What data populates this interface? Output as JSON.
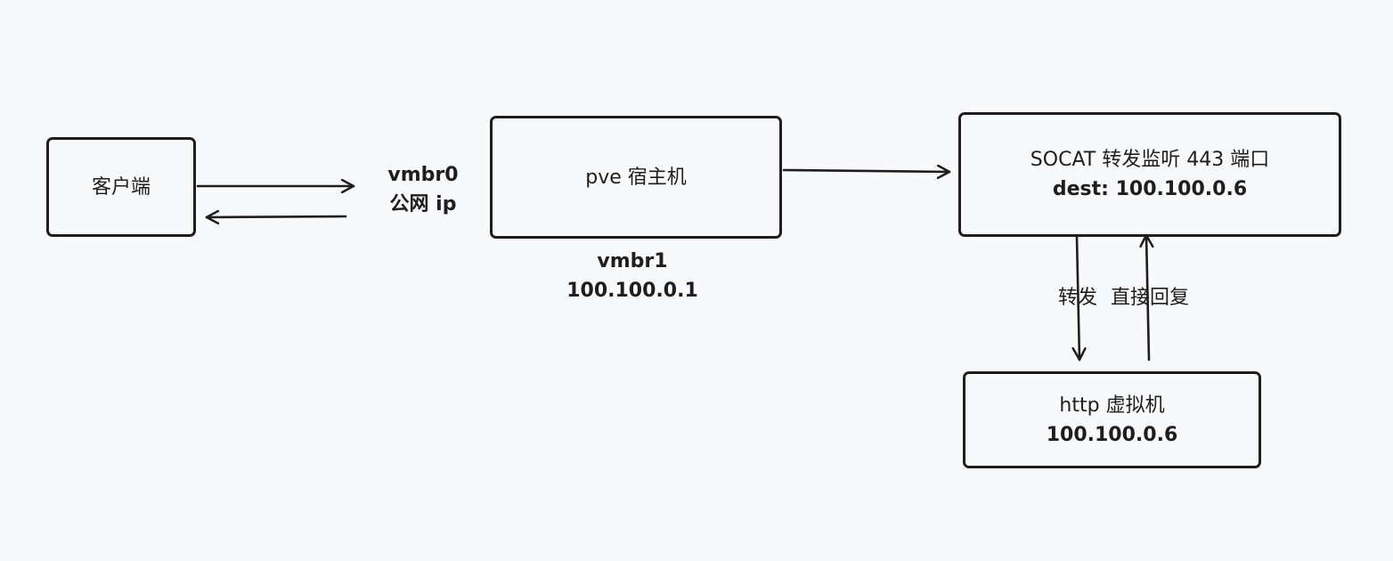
{
  "nodes": {
    "client": {
      "label": "客户端"
    },
    "pve_host": {
      "label": "pve 宿主机"
    },
    "socat": {
      "line1": "SOCAT 转发监听 443 端口",
      "line2": "dest: 100.100.0.6"
    },
    "http_vm": {
      "line1": "http 虚拟机",
      "line2": "100.100.0.6"
    }
  },
  "labels": {
    "vmbr0": {
      "line1": "vmbr0",
      "line2": "公网 ip"
    },
    "vmbr1": {
      "line1": "vmbr1",
      "line2": "100.100.0.1"
    },
    "forward": "转发",
    "direct_reply": "直接回复"
  },
  "colors": {
    "stroke": "#1e1e1e",
    "background": "#f8f9fb"
  }
}
